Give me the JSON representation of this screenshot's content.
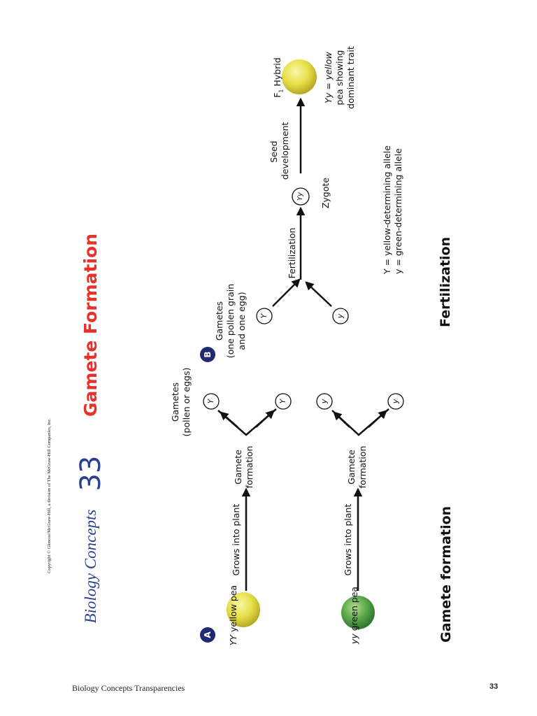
{
  "header": {
    "series": "Biology Concepts",
    "number": "33",
    "title": "Gamete Formation",
    "copyright": "Copyright © Glencoe/McGraw-Hill, a division of The McGraw-Hill Companies, Inc."
  },
  "colors": {
    "title_red": "#e8312a",
    "badge_navy": "#1f2a72",
    "series_navy": "#2b3f8f",
    "pea_yellow": "#e7e04a",
    "pea_green": "#5aa84a"
  },
  "part_a": {
    "badge": "A",
    "yellow_pea_label_genotype": "YY",
    "yellow_pea_label_text": " yellow pea",
    "green_pea_label_genotype": "yy",
    "green_pea_label_text": " green pea",
    "grows_label_top": "Grows into plant",
    "grows_label_bottom": "Grows into plant",
    "gamete_formation_top": [
      "Gamete",
      "formation"
    ],
    "gamete_formation_bottom": [
      "Gamete",
      "formation"
    ],
    "gametes_label": [
      "Gametes",
      "(pollen or eggs)"
    ],
    "top_gametes": [
      "Y",
      "Y"
    ],
    "bottom_gametes": [
      "y",
      "y"
    ],
    "section_label": "Gamete formation"
  },
  "part_b": {
    "badge": "B",
    "gametes_label": [
      "Gametes",
      "(one pollen grain",
      "and one egg)"
    ],
    "gamete_dominant": "Y",
    "gamete_recessive": "y",
    "fertilization_label": "Fertilization",
    "zygote": "Yy",
    "zygote_label": "Zygote",
    "seed_label": [
      "Seed",
      "development"
    ],
    "hybrid_label": "F",
    "hybrid_sub": "1",
    "hybrid_label_rest": " Hybrid",
    "hybrid_desc": [
      "Yy = yellow",
      "pea showing",
      "dominant trait"
    ],
    "key": [
      "Y = yellow-determining allele",
      "y = green-determining allele"
    ],
    "section_label": "Fertilization"
  },
  "footer": {
    "left": "Biology Concepts Transparencies",
    "right": "33"
  }
}
